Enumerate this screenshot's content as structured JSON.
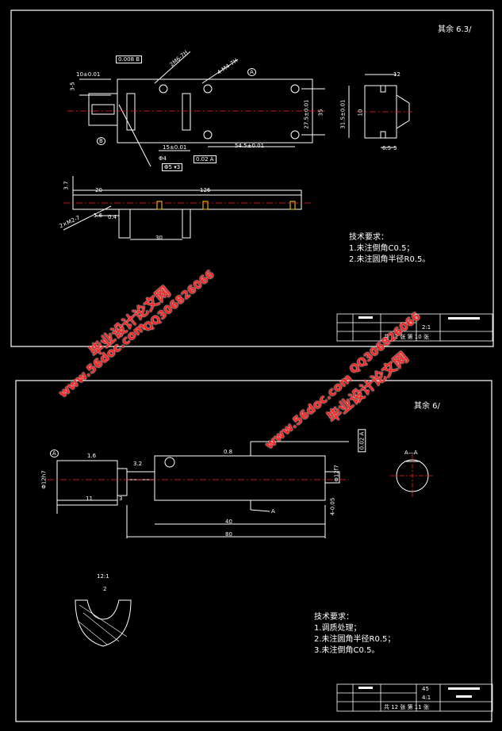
{
  "sheet1": {
    "roughness": "其余 6.3/",
    "title_block": {
      "scale": "2:1",
      "sheet_info": "共 12 张 第 10 张"
    },
    "dims": {
      "flatness": "0.008 B",
      "d1": "10±0.01",
      "d2": "3-5",
      "holes_a": "2M6-7H",
      "holes_b": "4-M4-7H",
      "d3": "27.5±0.01",
      "d4": "35",
      "d5": "15±0.01",
      "d6": "54.5±0.01",
      "d7": "Φ4",
      "tol": "0.02 A",
      "d8": "Φ5 ▾3",
      "side_12": "12",
      "side_h": "31.5±0.01",
      "side_10": "10",
      "side_65": "6.5",
      "side_5": "5",
      "v_37": "3.7",
      "v_20": "20",
      "v_126": "126",
      "v_56": "5.6",
      "v_04": "0.4",
      "v_30": "30",
      "v_2m": "2×M2-7",
      "datum_a": "A",
      "datum_b": "B"
    },
    "notes": {
      "title": "技术要求：",
      "n1": "1.未注倒角C0.5；",
      "n2": "2.未注圆角半径R0.5。"
    }
  },
  "sheet2": {
    "roughness": "其余 6/",
    "title_block": {
      "scale": "4:1",
      "sheet_info": "共 12 张 第 11 张",
      "qty": "45"
    },
    "dims": {
      "tol": "0.02 A",
      "dia_l": "Φ12h7",
      "r1": "1.6",
      "r2": "3.2",
      "r3": "0.8",
      "d11": "11",
      "d3": "3",
      "d40": "40",
      "d80": "80",
      "dia_r": "Φ12f7",
      "d4": "4-0.05",
      "section_label": "A",
      "section_view": "A—A",
      "datum_a": "A"
    },
    "detail": {
      "scale": "12:1",
      "r": "2"
    },
    "notes": {
      "title": "技术要求：",
      "n1": "1.调质处理；",
      "n2": "2.未注圆角半径R0.5；",
      "n3": "3.未注倒角C0.5。"
    }
  },
  "watermarks": {
    "site": "www.56doc.com",
    "brand": "毕业设计论文网",
    "qq": "QQ306826066"
  }
}
